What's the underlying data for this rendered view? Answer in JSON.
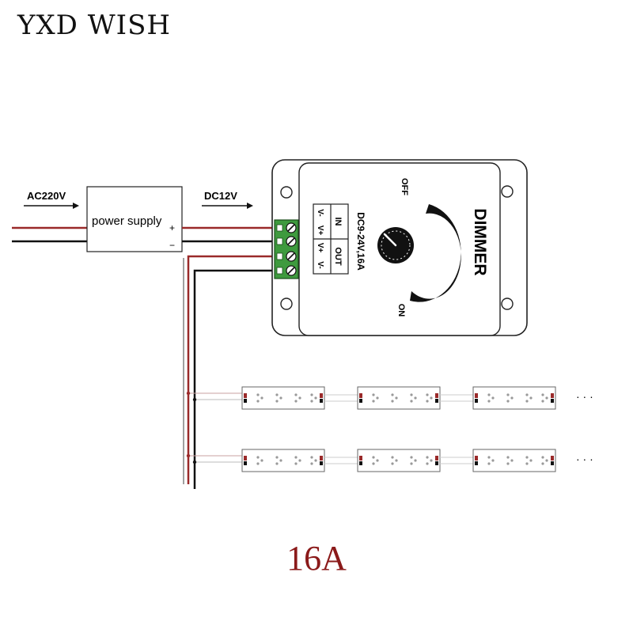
{
  "brand": "YXD WISH",
  "caption": "16A",
  "colors": {
    "wire_red": "#9a2a2a",
    "wire_black": "#111111",
    "terminal_green": "#3e9a3e",
    "caption": "#8b1a1a"
  },
  "input": {
    "ac_label": "AC220V",
    "dc_label": "DC12V"
  },
  "power_supply": {
    "label": "power supply",
    "plus": "+",
    "minus": "−"
  },
  "dimmer": {
    "title": "DIMMER",
    "rating": "DC9-24V,16A",
    "off_label": "OFF",
    "on_label": "ON",
    "in_label": "IN",
    "out_label": "OUT",
    "pins": [
      "V-",
      "V+",
      "V+",
      "V-"
    ]
  },
  "strip": {
    "continuation": "· · ·"
  }
}
